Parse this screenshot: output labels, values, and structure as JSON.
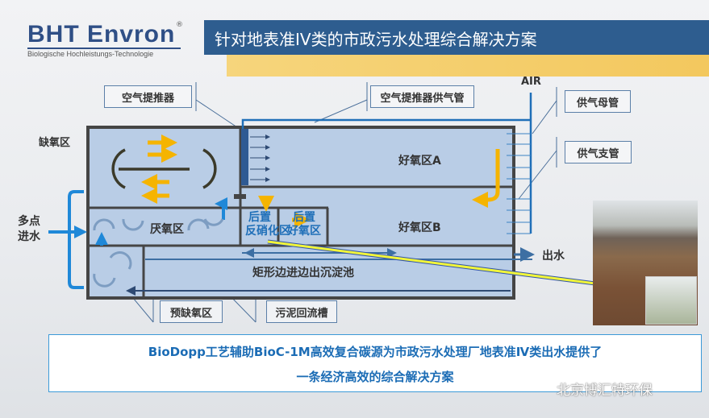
{
  "logo": {
    "brand": "BHT Envron",
    "registered": "®",
    "tagline": "Biologische Hochleistungs-Technologie"
  },
  "title": "针对地表准IV类的市政污水处理综合解决方案",
  "labels": {
    "air_lifter": "空气提推器",
    "air_lifter_pipe": "空气提推器供气管",
    "air": "AIR",
    "main_pipe": "供气母管",
    "branch_pipe": "供气支管",
    "anoxic": "缺氧区",
    "multi_inlet_1": "多点",
    "multi_inlet_2": "进水",
    "outlet": "出水",
    "pre_anoxic": "预缺氧区",
    "sludge_return": "污泥回流槽"
  },
  "zones": {
    "aerobic_a": "好氧区A",
    "aerobic_b": "好氧区B",
    "anaerobic": "厌氧区",
    "post_denitrification_1": "后置",
    "post_denitrification_2": "反硝化区",
    "post_aerobic_1": "后置",
    "post_aerobic_2": "好氧区",
    "clarifier": "矩形边进边出沉淀池"
  },
  "summary": {
    "line1": "BioDopp工艺辅助BioC-1M高效复合碳源为市政污水处理厂地表准Ⅳ类出水提供了",
    "line2": "一条经济高效的综合解决方案"
  },
  "watermark": "北京博汇特环保",
  "colors": {
    "tank_fill": "#b9cde6",
    "tank_border": "#454545",
    "pipe_blue": "#1f6fb8",
    "flow_orange": "#f5b400",
    "title_blue": "#2e5d8f"
  }
}
